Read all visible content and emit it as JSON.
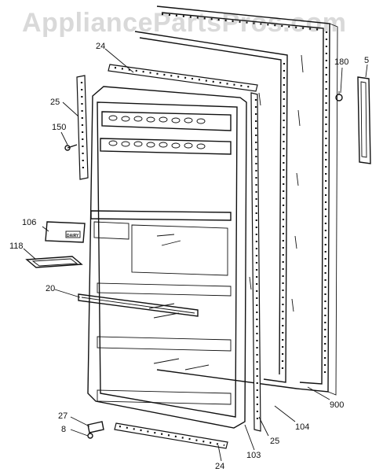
{
  "watermark": "AppliancePartsPros.com",
  "callouts": {
    "c24_top": "24",
    "c25_left": "25",
    "c150": "150",
    "c106": "106",
    "c118": "118",
    "c20": "20",
    "c27": "27",
    "c8": "8",
    "c24_bottom": "24",
    "c103": "103",
    "c25_bottom": "25",
    "c104": "104",
    "c900": "900",
    "c180": "180",
    "c5": "5"
  },
  "dairy_label": "DAIRY"
}
